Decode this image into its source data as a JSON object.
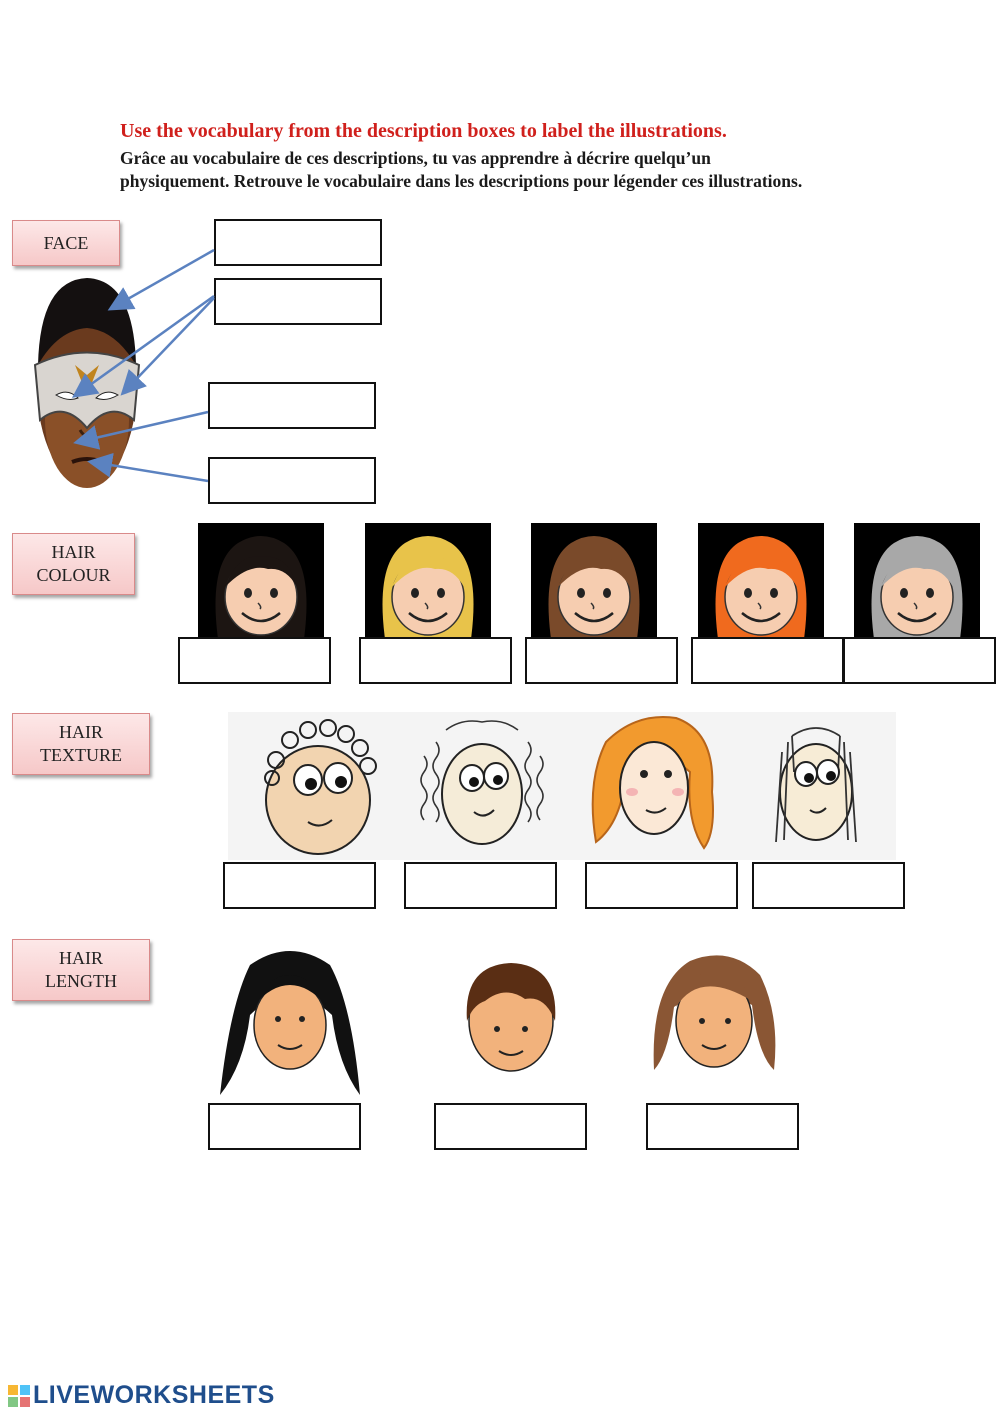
{
  "heading": {
    "red": "Use the vocabulary from the description boxes to label the illustrations.",
    "instruction": "Grâce au vocabulaire de ces descriptions, tu vas apprendre à décrire quelqu’un physiquement. Retrouve le vocabulaire dans les descriptions pour légender ces illustrations."
  },
  "categories": {
    "face": "FACE",
    "hair_colour": "HAIR\nCOLOUR",
    "hair_texture": "HAIR\nTEXTURE",
    "hair_length": "HAIR\nLENGTH"
  },
  "hair_colours": [
    "#1c1512",
    "#e8c34a",
    "#7a4a2a",
    "#f06a1e",
    "#a8a8a8"
  ],
  "colors": {
    "accent_red": "#d0201c",
    "arrow_blue": "#5b82c0"
  },
  "footer": {
    "logo": "LIVEWORKSHEETS"
  }
}
